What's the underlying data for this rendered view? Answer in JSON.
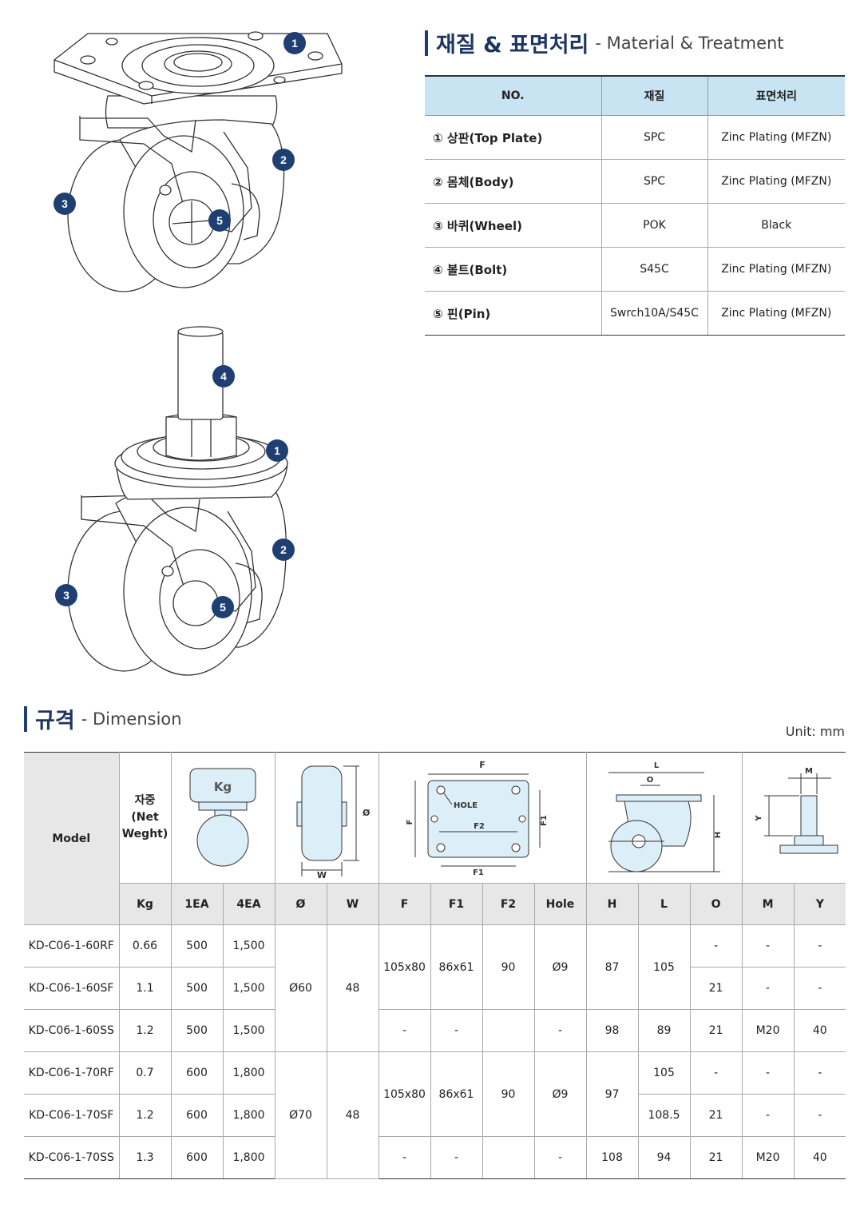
{
  "material_section": {
    "title_ko": "재질 & 표면처리",
    "title_en": "- Material & Treatment",
    "headers": [
      "NO.",
      "재질",
      "표면처리"
    ],
    "rows": [
      {
        "no": "① 상판(Top Plate)",
        "material": "SPC",
        "treatment": "Zinc Plating (MFZN)"
      },
      {
        "no": "② 몸체(Body)",
        "material": "SPC",
        "treatment": "Zinc Plating (MFZN)"
      },
      {
        "no": "③ 바퀴(Wheel)",
        "material": "POK",
        "treatment": "Black"
      },
      {
        "no": "④ 볼트(Bolt)",
        "material": "S45C",
        "treatment": "Zinc Plating (MFZN)"
      },
      {
        "no": "⑤ 핀(Pin)",
        "material": "Swrch10A/S45C",
        "treatment": "Zinc Plating (MFZN)"
      }
    ]
  },
  "callouts": {
    "one": "1",
    "two": "2",
    "three": "3",
    "four": "4",
    "five": "5"
  },
  "dimension_section": {
    "title_ko": "규격",
    "title_en": "- Dimension",
    "unit": "Unit: mm",
    "header_model": "Model",
    "header_weight": "자중\n(Net\nWeght)",
    "diagram_labels": {
      "kg": "Kg",
      "phi": "Ø",
      "w": "W",
      "f": "F",
      "f1": "F1",
      "f2": "F2",
      "hole": "HOLE",
      "l": "L",
      "o": "O",
      "h": "H",
      "m": "M",
      "y": "Y"
    },
    "subheaders": [
      "Kg",
      "1EA",
      "4EA",
      "Ø",
      "W",
      "F",
      "F1",
      "F2",
      "Hole",
      "H",
      "L",
      "O",
      "M",
      "Y"
    ],
    "rows": [
      {
        "model": "KD-C06-1-60RF",
        "kg": "0.66",
        "ea1": "500",
        "ea4": "1,500",
        "o": "-",
        "m": "-",
        "y": "-"
      },
      {
        "model": "KD-C06-1-60SF",
        "kg": "1.1",
        "ea1": "500",
        "ea4": "1,500",
        "o": "21",
        "m": "-",
        "y": "-"
      },
      {
        "model": "KD-C06-1-60SS",
        "kg": "1.2",
        "ea1": "500",
        "ea4": "1,500",
        "f": "-",
        "f1": "-",
        "hole": "-",
        "h": "98",
        "l": "89",
        "o": "21",
        "m": "M20",
        "y": "40"
      },
      {
        "model": "KD-C06-1-70RF",
        "kg": "0.7",
        "ea1": "600",
        "ea4": "1,800",
        "l": "105",
        "o": "-",
        "m": "-",
        "y": "-"
      },
      {
        "model": "KD-C06-1-70SF",
        "kg": "1.2",
        "ea1": "600",
        "ea4": "1,800",
        "l": "108.5",
        "o": "21",
        "m": "-",
        "y": "-"
      },
      {
        "model": "KD-C06-1-70SS",
        "kg": "1.3",
        "ea1": "600",
        "ea4": "1,800",
        "f": "-",
        "f1": "-",
        "hole": "-",
        "h": "108",
        "l": "94",
        "o": "21",
        "m": "M20",
        "y": "40"
      }
    ],
    "group60": {
      "phi": "Ø60",
      "w": "48",
      "f": "105x80",
      "f1": "86x61",
      "f2": "90",
      "hole": "Ø9",
      "h": "87",
      "l": "105"
    },
    "group70": {
      "phi": "Ø70",
      "w": "48",
      "f": "105x80",
      "f1": "86x61",
      "f2": "90",
      "hole": "Ø9",
      "h": "97"
    }
  }
}
